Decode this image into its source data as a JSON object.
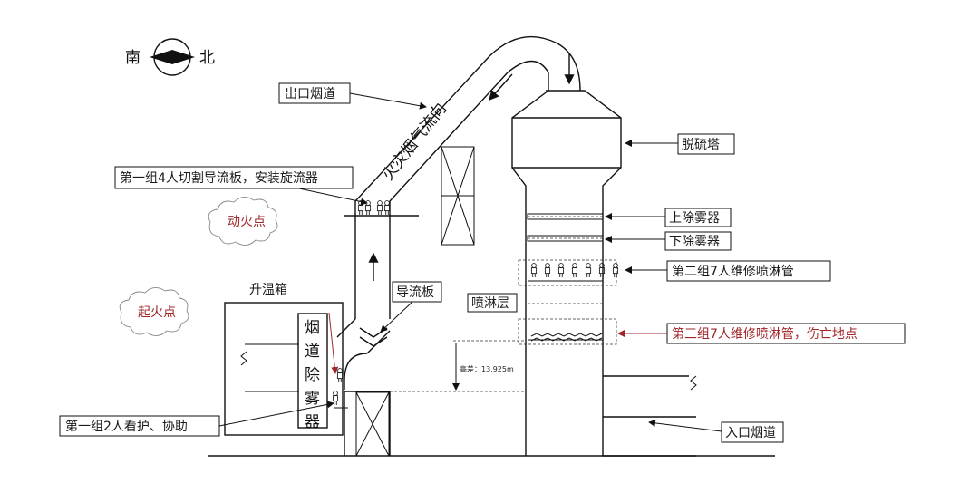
{
  "compass": {
    "south": "南",
    "north": "北"
  },
  "labels": {
    "outlet_flue": "出口烟道",
    "fire_flow": "火灾烟气流向",
    "desulfurization_tower": "脱硫塔",
    "group1_cut": "第一组4人切割导流板，安装旋流器",
    "hot_work_point": "动火点",
    "upper_demister": "上除雾器",
    "lower_demister": "下除雾器",
    "heating_box": "升温箱",
    "guide_plate": "导流板",
    "group2_repair": "第二组7人维修喷淋管",
    "ignition_point": "起火点",
    "spray_layer": "喷淋层",
    "flue_demister": "烟道除雾器",
    "group3_casualty": "第三组7人维修喷淋管，伤亡地点",
    "height_diff": "高差：13.925m",
    "group1_watch": "第一组2人看护、协助",
    "inlet_flue": "入口烟道"
  },
  "colors": {
    "line": "#111111",
    "red": "#a0262a",
    "cloud": "#888888"
  },
  "icons": [
    "compass-icon",
    "person-icon",
    "cloud-icon",
    "arrow-icon"
  ]
}
